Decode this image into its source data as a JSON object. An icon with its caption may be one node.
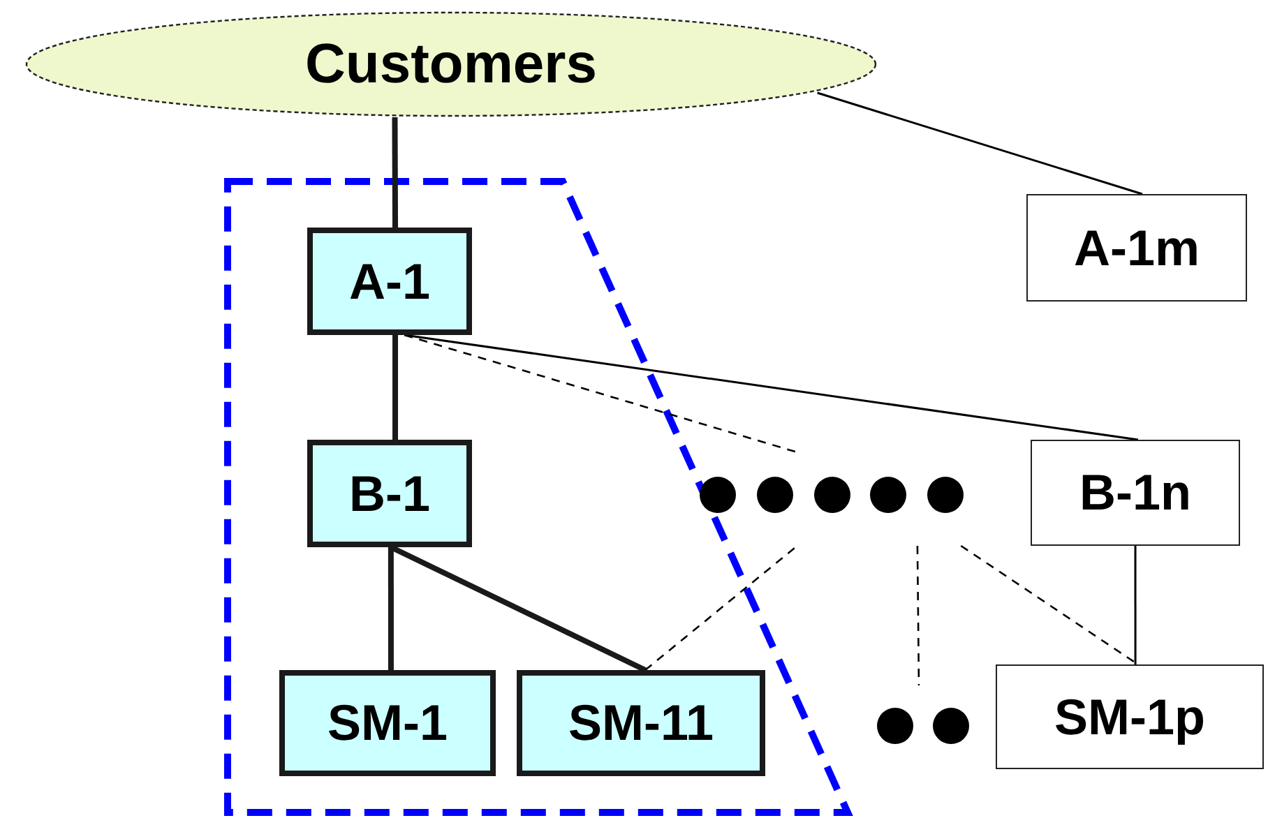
{
  "diagram": {
    "nodes": [
      {
        "text": [
          "Customers"
        ]
      },
      {
        "text": [
          "A-1"
        ]
      },
      {
        "text": [
          "A-1m"
        ]
      },
      {
        "text": [
          "B-1"
        ]
      },
      {
        "text": [
          "B-1n"
        ]
      },
      {
        "text": [
          "SM-1"
        ]
      },
      {
        "text": [
          "SM-11"
        ]
      },
      {
        "text": [
          "SM-1p"
        ]
      },
      {
        "text": [],
        "shape": "circle"
      },
      {
        "text": [],
        "shape": "circle"
      }
    ],
    "edges": [
      {
        "from": 0,
        "to": 1,
        "arrow": "none",
        "style": "thick"
      },
      {
        "from": 0,
        "to": 2,
        "arrow": "none"
      },
      {
        "from": 1,
        "to": 3,
        "arrow": "none",
        "style": "thick"
      },
      {
        "from": 1,
        "to": 4,
        "arrow": "none"
      },
      {
        "from": 1,
        "to": 8,
        "arrow": "none",
        "style": "dashed"
      },
      {
        "from": 3,
        "to": 5,
        "arrow": "none",
        "style": "thick"
      },
      {
        "from": 3,
        "to": 6,
        "arrow": "none",
        "style": "thick"
      },
      {
        "from": 6,
        "to": 8,
        "arrow": "none",
        "style": "dashed"
      },
      {
        "from": 4,
        "to": 7,
        "arrow": "none"
      },
      {
        "from": 8,
        "to": 9,
        "arrow": "none",
        "style": "dashed"
      },
      {
        "from": 8,
        "to": 7,
        "arrow": "none",
        "style": "dashed"
      }
    ]
  }
}
